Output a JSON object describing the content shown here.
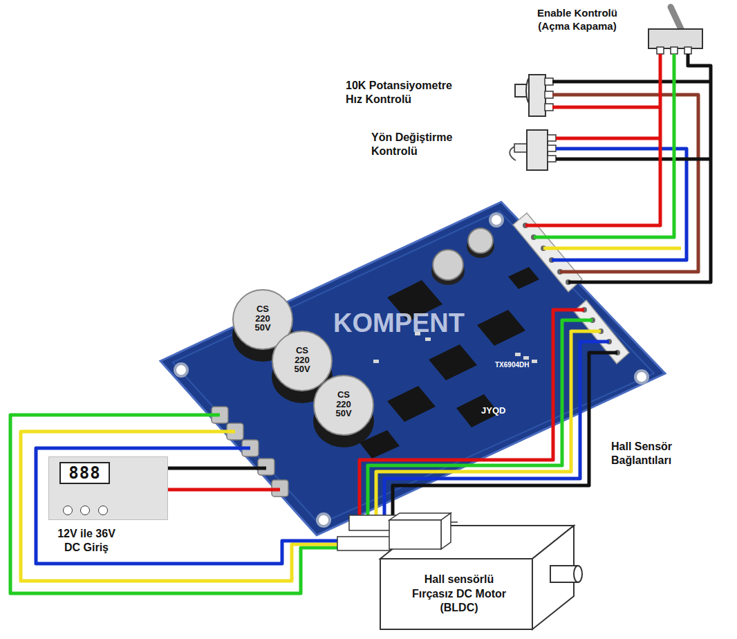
{
  "diagram": {
    "nodes": [
      {
        "text": [
          "888"
        ]
      },
      {
        "text": [
          "Hall sensörlü Fırçasız DC Motor (BLDC)"
        ]
      }
    ],
    "labels": [
      "Enable Kontrolü (Açma Kapama)",
      "10K Potansiyometre Hız Kontrolü",
      "Yön Değiştirme Kontrolü",
      "KOMPENT",
      "CS 220 50V",
      "CS 220 50V",
      "CS 220 50V",
      "TX6904DH",
      "JYQD",
      "Hall Sensör Bağlantıları",
      "12V ile 36V DC Giriş"
    ]
  }
}
